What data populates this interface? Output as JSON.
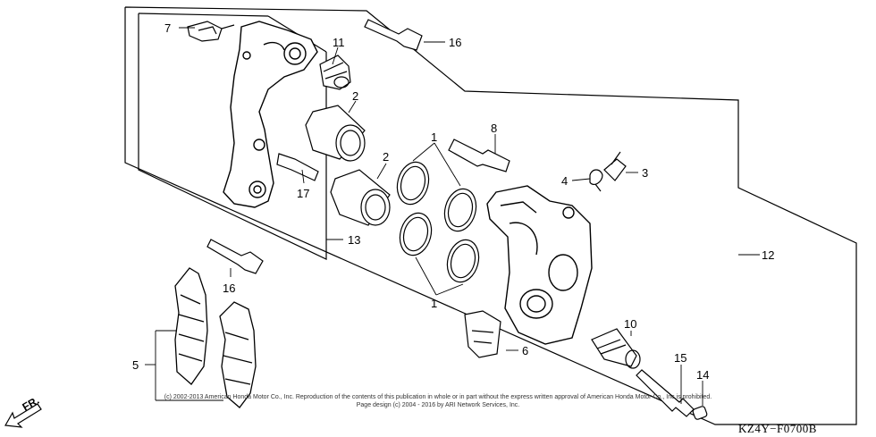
{
  "diagram": {
    "callouts": {
      "c1a": "1",
      "c1b": "1",
      "c2a": "2",
      "c2b": "2",
      "c3": "3",
      "c4": "4",
      "c5": "5",
      "c6": "6",
      "c7": "7",
      "c8": "8",
      "c10": "10",
      "c11": "11",
      "c12": "12",
      "c13": "13",
      "c14": "14",
      "c15": "15",
      "c16a": "16",
      "c16b": "16",
      "c17": "17"
    },
    "diagram_code": "KZ4Y−F0700B",
    "copyright_line1": "(c) 2002-2013 American Honda Motor Co., Inc. Reproduction of the contents of this publication in whole or in part without the express written approval of American Honda Motor Co., Inc is prohibited.",
    "copyright_line2": "Page design (c) 2004 - 2016 by ARI Network Services, Inc.",
    "direction_label": "FR.",
    "colors": {
      "line": "#000000",
      "fill": "#ffffff",
      "shade": "#cfcfcf"
    }
  }
}
